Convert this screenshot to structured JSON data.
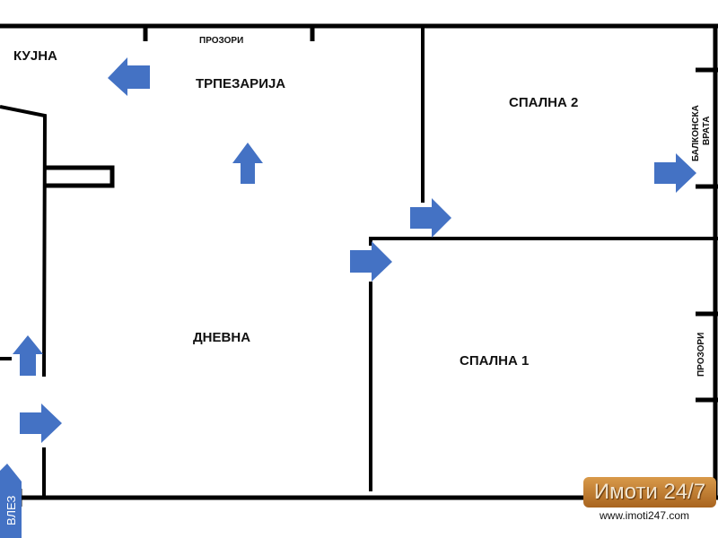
{
  "rooms": {
    "kitchen": "КУЈНА",
    "dining": "ТРПЕЗАРИЈА",
    "bedroom2": "СПАЛНА 2",
    "living": "ДНЕВНА",
    "bedroom1": "СПАЛНА 1"
  },
  "annotations": {
    "windows_top": "ПРОЗОРИ",
    "windows_right": "ПРОЗОРИ",
    "balcony_door_line1": "БАЛКОНСКА",
    "balcony_door_line2": "ВРАТА",
    "entrance": "ВЛЕЗ"
  },
  "watermark": {
    "logo": "Имоти 24/7",
    "url": "www.imoti247.com"
  },
  "colors": {
    "arrow": "#4472c4",
    "wall": "#000000"
  }
}
